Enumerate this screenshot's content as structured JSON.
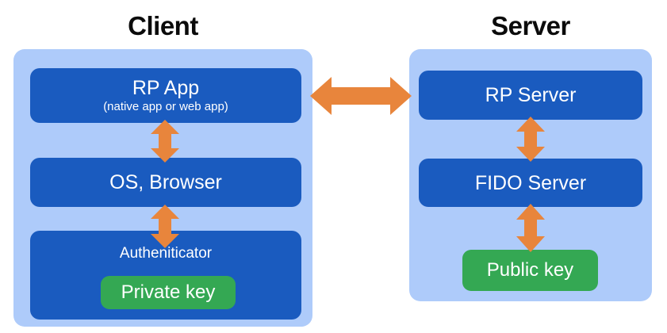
{
  "diagram": {
    "title_client": "Client",
    "title_server": "Server",
    "colors": {
      "panel_background": "#aecbfa",
      "box_background": "#1a5bbf",
      "key_background": "#34a853",
      "arrow": "#e8853c",
      "text_on_box": "#ffffff",
      "title_text": "#0b0b0b",
      "page_background": "#ffffff"
    },
    "client": {
      "rp_app": {
        "title": "RP App",
        "subtitle": "(native app or web app)"
      },
      "os_browser": {
        "title": "OS, Browser"
      },
      "authenticator": {
        "title": "Autheniticator",
        "key": "Private key"
      }
    },
    "server": {
      "rp_server": {
        "title": "RP Server"
      },
      "fido_server": {
        "title": "FIDO Server"
      },
      "public_key": {
        "title": "Public key"
      }
    },
    "arrows": [
      {
        "name": "client-server",
        "direction": "bidirectional-horizontal",
        "from": "RP App",
        "to": "RP Server"
      },
      {
        "name": "rp-app-os-browser",
        "direction": "bidirectional-vertical",
        "from": "RP App",
        "to": "OS, Browser"
      },
      {
        "name": "os-browser-authenticator",
        "direction": "bidirectional-vertical",
        "from": "OS, Browser",
        "to": "Autheniticator"
      },
      {
        "name": "rp-server-fido-server",
        "direction": "bidirectional-vertical",
        "from": "RP Server",
        "to": "FIDO Server"
      },
      {
        "name": "fido-server-public-key",
        "direction": "bidirectional-vertical",
        "from": "FIDO Server",
        "to": "Public key"
      }
    ]
  }
}
